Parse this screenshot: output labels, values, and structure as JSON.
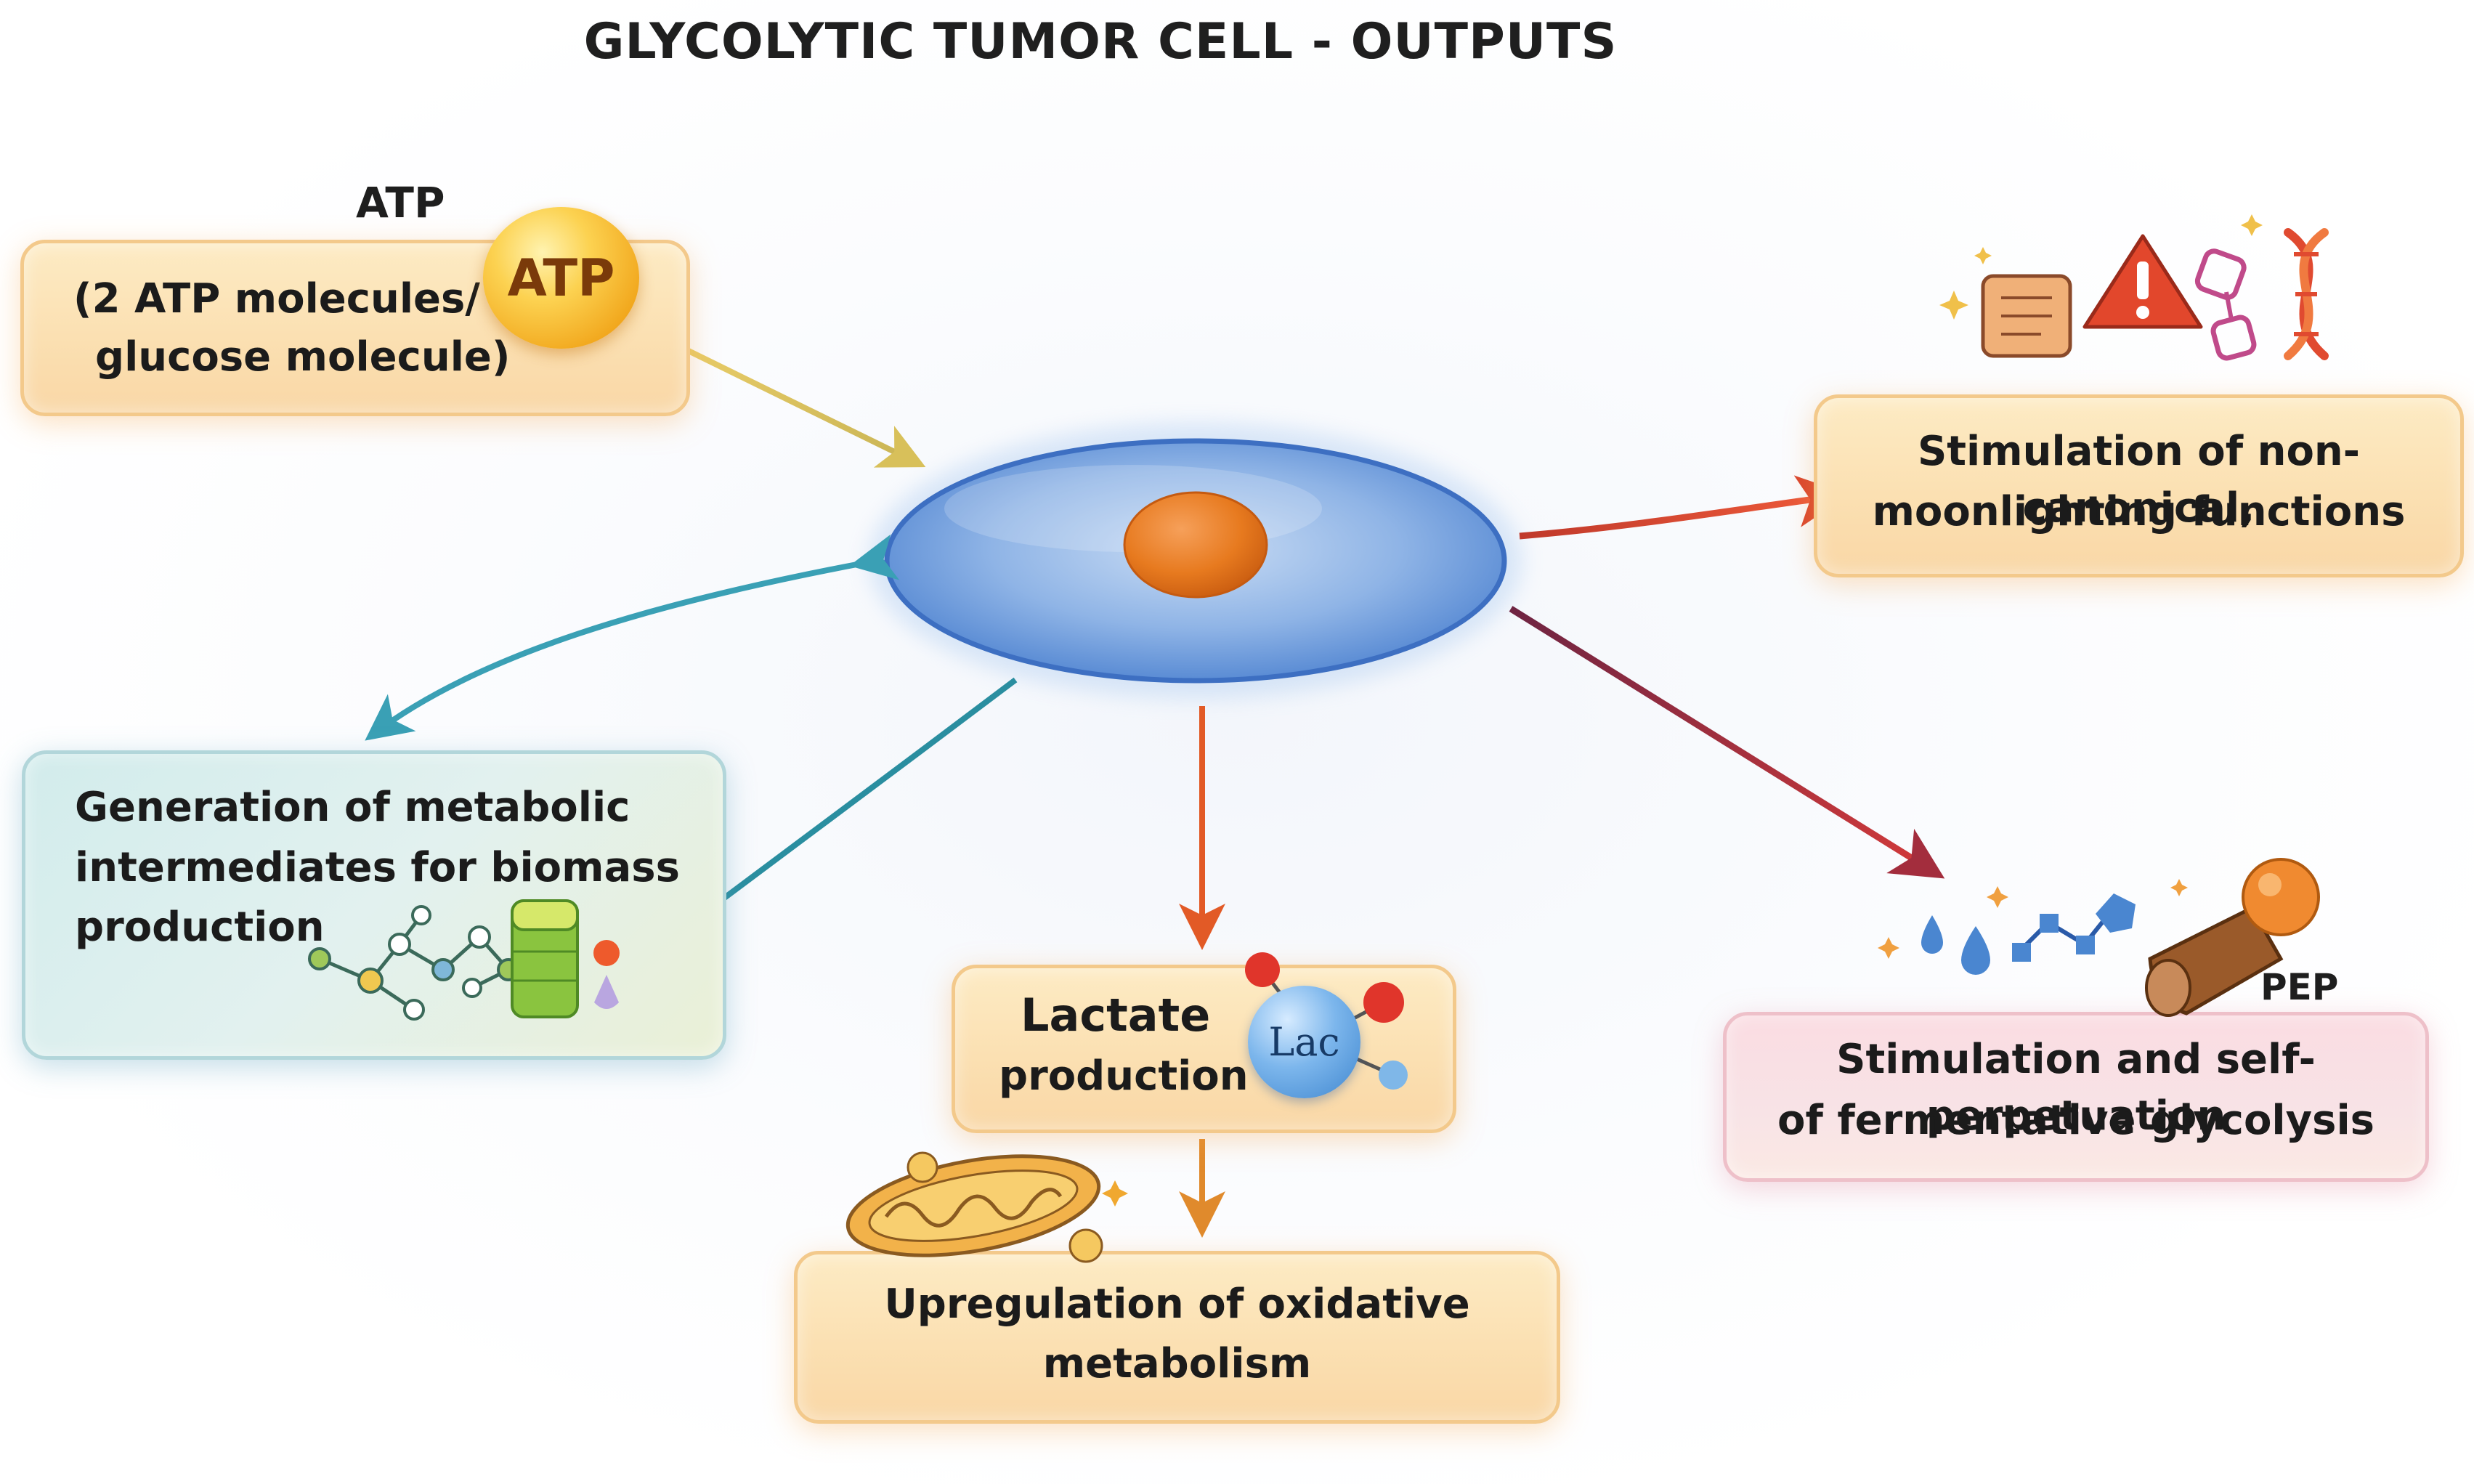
{
  "title": "GLYCOLYTIC TUMOR CELL - OUTPUTS",
  "atp": {
    "label": "ATP",
    "badge": "ATP",
    "line1": "(2 ATP molecules/",
    "line2": "glucose molecule)"
  },
  "biomass": {
    "line1": "Generation of metabolic",
    "line2": "intermediates for biomass",
    "line3": "production"
  },
  "lactate": {
    "line1": "Lactate",
    "line2": "production",
    "badge": "Lac"
  },
  "oxidative": {
    "line1": "Upregulation of oxidative",
    "line2": "metabolism"
  },
  "moonlighting": {
    "line1": "Stimulation of non-canonical,",
    "line2": "moonlighting functions"
  },
  "fermentative": {
    "label": "PEP",
    "line1": "Stimulation and self-perpetuation",
    "line2": "of fermentative glycolysis"
  },
  "colors": {
    "cell": "#5d93d9",
    "nucleus": "#e77a1f",
    "arrow_atp": "#d8c05a",
    "arrow_biomass_in": "#3aa0b5",
    "arrow_biomass_out": "#2a8ea0",
    "arrow_lactate": "#e25a26",
    "arrow_oxidative": "#e08a2c",
    "arrow_moonlight": "#d9452d",
    "arrow_fermentative": "#a32d3d"
  },
  "icons": [
    "atp-molecule-icon",
    "lactate-molecule-icon",
    "mitochondrion-icon",
    "warning-icon",
    "dna-helix-icon",
    "metabolite-network-icon",
    "pep-molecule-icon"
  ]
}
